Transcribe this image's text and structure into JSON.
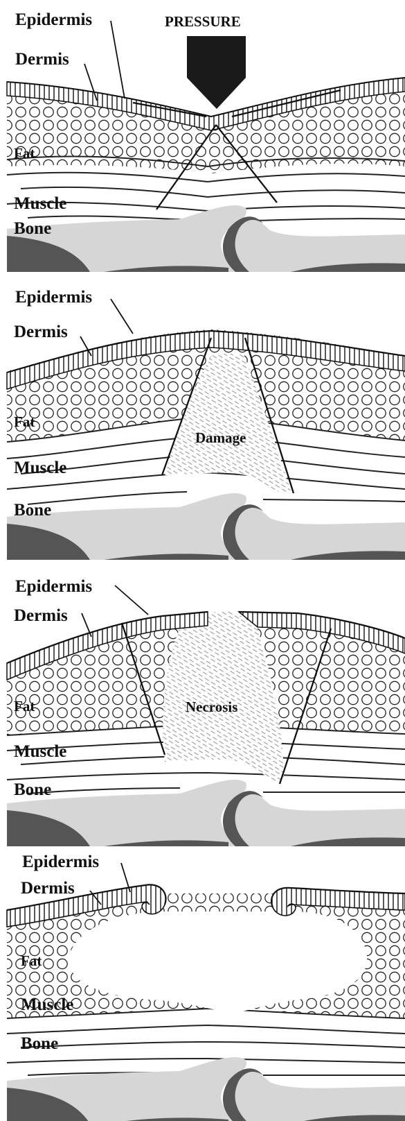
{
  "panels": [
    {
      "top_label": "PRESSURE",
      "labels": [
        "Epidermis",
        "Dermis",
        "Fat",
        "Muscle",
        "Bone"
      ],
      "region_label": ""
    },
    {
      "top_label": "",
      "labels": [
        "Epidermis",
        "Dermis",
        "Fat",
        "Muscle",
        "Bone"
      ],
      "region_label": "Damage"
    },
    {
      "top_label": "",
      "labels": [
        "Epidermis",
        "Dermis",
        "Fat",
        "Muscle",
        "Bone"
      ],
      "region_label": "Necrosis"
    },
    {
      "top_label": "",
      "labels": [
        "Epidermis",
        "Dermis",
        "Fat",
        "Muscle",
        "Bone"
      ],
      "region_label": ""
    }
  ],
  "colors": {
    "bone": "#d6d6d6",
    "deep_tissue": "#555555",
    "line": "#111111",
    "background": "#ffffff"
  }
}
